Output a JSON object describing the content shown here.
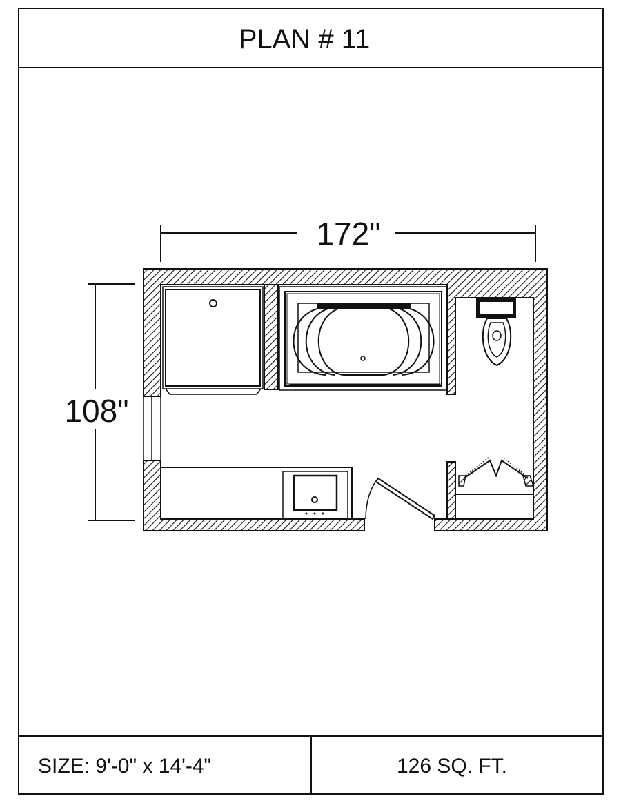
{
  "title": "PLAN # 11",
  "dimensions": {
    "width_label": "172\"",
    "height_label": "108\""
  },
  "footer": {
    "size_label": "SIZE:  9'-0\" x 14'-4\"",
    "area_label": "126 SQ. FT."
  },
  "colors": {
    "ink": "#111111",
    "paper": "#ffffff"
  }
}
